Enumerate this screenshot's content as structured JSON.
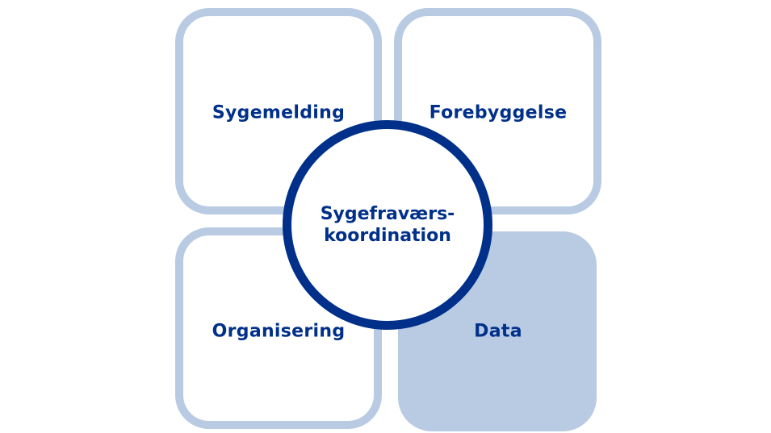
{
  "quadrants": [
    {
      "label": "Sygemelding",
      "filled": false
    },
    {
      "label": "Forebyggelse",
      "filled": false
    },
    {
      "label": "Organisering",
      "filled": false
    },
    {
      "label": "Data",
      "filled": true
    }
  ],
  "center": {
    "line1": "Sygefraværs-",
    "line2": "koordination"
  },
  "colors": {
    "light": "#b8cbe3",
    "dark": "#00308a"
  }
}
